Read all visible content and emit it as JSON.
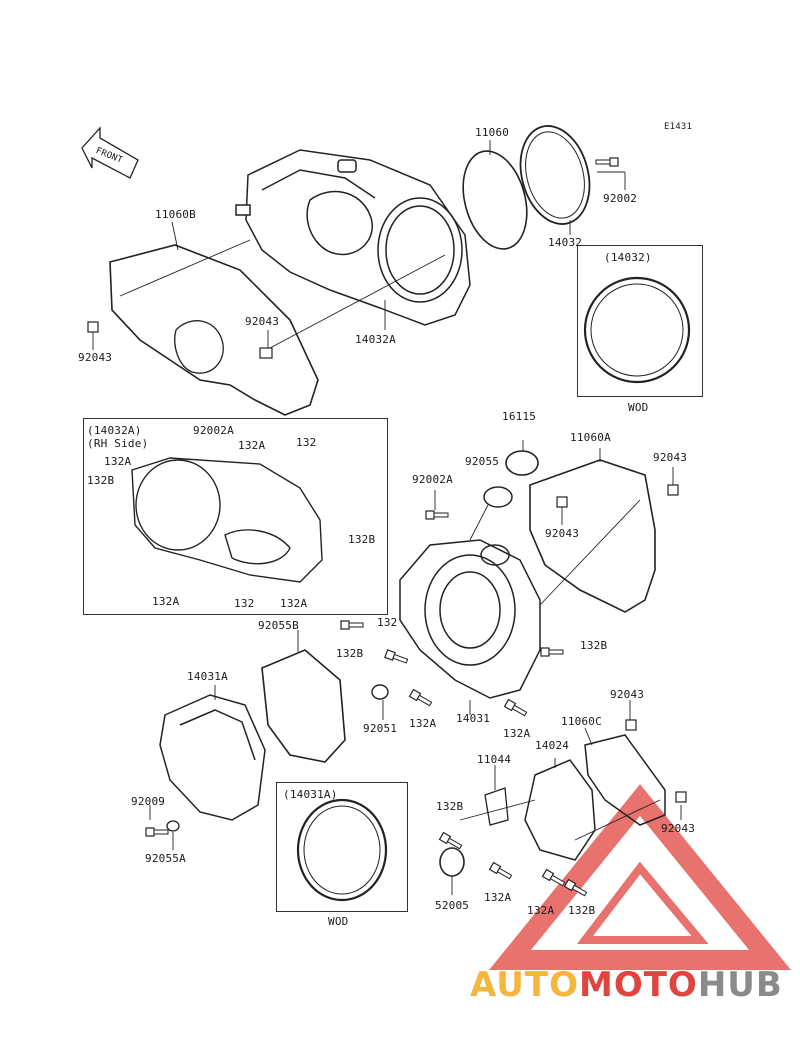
{
  "diagram_code": "E1431",
  "front_label": "FRONT",
  "inset_1": {
    "title": "(14032A)",
    "subtitle": "(RH Side)"
  },
  "inset_2": {
    "title": "(14032)",
    "note": "WOD"
  },
  "inset_3": {
    "title": "(14031A)",
    "note": "WOD"
  },
  "parts": {
    "p11060": "11060",
    "p92002_top": "92002",
    "p14032": "14032",
    "p11060B": "11060B",
    "p92043_a": "92043",
    "p92043_b": "92043",
    "p14032A": "14032A",
    "i_92002A": "92002A",
    "i_132A_a": "132A",
    "i_132_a": "132",
    "i_132A_b": "132A",
    "i_132B_a": "132B",
    "i_132B_b": "132B",
    "i_132A_c": "132A",
    "i_132_b": "132",
    "i_132A_d": "132A",
    "p16115": "16115",
    "p11060A": "11060A",
    "p92055": "92055",
    "p92043_c": "92043",
    "p92002A": "92002A",
    "p92043_d": "92043",
    "p92055B": "92055B",
    "p132_c": "132",
    "p132B_c": "132B",
    "p132B_d": "132B",
    "p14031A": "14031A",
    "p92051": "92051",
    "p132A_e": "132A",
    "p14031": "14031",
    "p132A_f": "132A",
    "p92043_e": "92043",
    "p11044": "11044",
    "p14024": "14024",
    "p11060C": "11060C",
    "p92009": "92009",
    "p132B_e": "132B",
    "p92055A": "92055A",
    "p92043_f": "92043",
    "p52005": "52005",
    "p132A_g": "132A",
    "p132A_h": "132A",
    "p132B_f": "132B"
  },
  "watermark": {
    "part1": "AUTO",
    "part2": "MOTO",
    "part3": "HUB"
  },
  "colors": {
    "line": "#222222",
    "watermark_red": "#e0443e",
    "watermark_orange": "#f4b63c",
    "watermark_gray": "#8a8a8a"
  }
}
